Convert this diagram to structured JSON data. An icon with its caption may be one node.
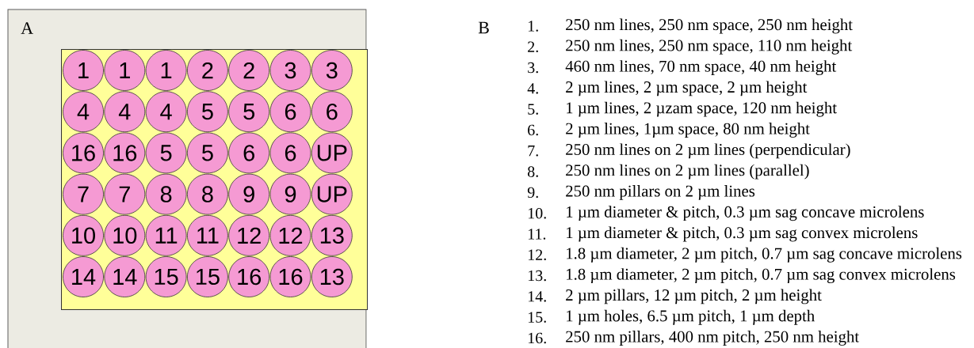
{
  "diagram": {
    "nodes": [
      {
        "text": [
          "A"
        ]
      },
      {
        "text": [],
        "shape": "box",
        "in": 0
      },
      {
        "text": [
          "1"
        ],
        "in": 1
      },
      {
        "text": [
          "1"
        ],
        "in": 1
      },
      {
        "text": [
          "1"
        ],
        "in": 1
      },
      {
        "text": [
          "2"
        ],
        "in": 1
      },
      {
        "text": [
          "2"
        ],
        "in": 1
      },
      {
        "text": [
          "3"
        ],
        "in": 1
      },
      {
        "text": [
          "3"
        ],
        "in": 1
      },
      {
        "text": [
          "4"
        ],
        "in": 1
      },
      {
        "text": [
          "4"
        ],
        "in": 1
      },
      {
        "text": [
          "4"
        ],
        "in": 1
      },
      {
        "text": [
          "5"
        ],
        "in": 1
      },
      {
        "text": [
          "5"
        ],
        "in": 1
      },
      {
        "text": [
          "6"
        ],
        "in": 1
      },
      {
        "text": [
          "6"
        ],
        "in": 1
      },
      {
        "text": [
          "16"
        ],
        "in": 1
      },
      {
        "text": [
          "16"
        ],
        "in": 1
      },
      {
        "text": [
          "5"
        ],
        "in": 1
      },
      {
        "text": [
          "5"
        ],
        "in": 1
      },
      {
        "text": [
          "6"
        ],
        "in": 1
      },
      {
        "text": [
          "6"
        ],
        "in": 1
      },
      {
        "text": [
          "UP"
        ],
        "in": 1
      },
      {
        "text": [
          "7"
        ],
        "in": 1
      },
      {
        "text": [
          "7"
        ],
        "in": 1
      },
      {
        "text": [
          "8"
        ],
        "in": 1
      },
      {
        "text": [
          "8"
        ],
        "in": 1
      },
      {
        "text": [
          "9"
        ],
        "in": 1
      },
      {
        "text": [
          "9"
        ],
        "in": 1
      },
      {
        "text": [
          "UP"
        ],
        "in": 1
      },
      {
        "text": [
          "10"
        ],
        "in": 1
      },
      {
        "text": [
          "10"
        ],
        "in": 1
      },
      {
        "text": [
          "11"
        ],
        "in": 1
      },
      {
        "text": [
          "11"
        ],
        "in": 1
      },
      {
        "text": [
          "12"
        ],
        "in": 1
      },
      {
        "text": [
          "12"
        ],
        "in": 1
      },
      {
        "text": [
          "13"
        ],
        "in": 1
      },
      {
        "text": [
          "14"
        ],
        "in": 1
      },
      {
        "text": [
          "14"
        ],
        "in": 1
      },
      {
        "text": [
          "15"
        ],
        "in": 1
      },
      {
        "text": [
          "15"
        ],
        "in": 1
      },
      {
        "text": [
          "16"
        ],
        "in": 1
      },
      {
        "text": [
          "16"
        ],
        "in": 1
      },
      {
        "text": [
          "13"
        ],
        "in": 1
      }
    ],
    "labels": [
      "B",
      "1.",
      "250 nm lines, 250 nm space, 250 nm height",
      "2.",
      "250 nm lines, 250 nm space, 110 nm height",
      "3.",
      "460 nm lines, 70 nm space, 40 nm height",
      "4.",
      "2 µm lines, 2 µm space, 2 µm height",
      "5.",
      "1 µm lines, 2 µzam space, 120 nm height",
      "6.",
      "2 µm lines, 1µm space, 80 nm height",
      "7.",
      "250 nm lines on 2 µm lines (perpendicular)",
      "8.",
      "250 nm lines on 2 µm lines (parallel)",
      "9.",
      "250 nm pillars on 2 µm lines",
      "10.",
      "1 µm diameter & pitch, 0.3 µm sag concave microlens",
      "11.",
      "1 µm diameter & pitch, 0.3 µm sag convex microlens",
      "12.",
      "1.8 µm diameter, 2 µm pitch, 0.7 µm sag concave microlens",
      "13.",
      "1.8 µm diameter, 2 µm pitch, 0.7 µm sag convex microlens",
      "14.",
      "2 µm pillars, 12 µm pitch, 2 µm height",
      "15.",
      "1 µm holes, 6.5 µm pitch, 1 µm depth",
      "16.",
      "250 nm pillars, 400 nm pitch, 250 nm height"
    ]
  }
}
